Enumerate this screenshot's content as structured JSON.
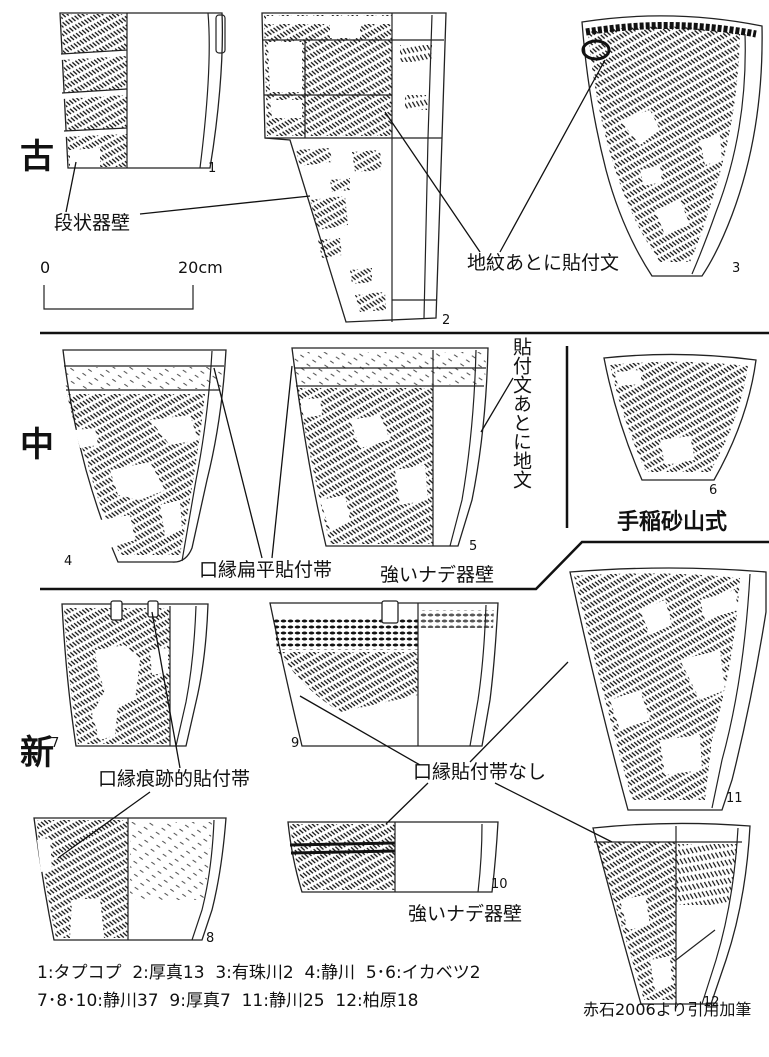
{
  "figure": {
    "periods": {
      "old": "古",
      "middle": "中",
      "new": "新"
    },
    "scale_bar": {
      "start": "0",
      "end": "20cm"
    },
    "vessel_numbers": [
      "1",
      "2",
      "3",
      "4",
      "5",
      "6",
      "7",
      "8",
      "9",
      "10",
      "11",
      "12"
    ],
    "labels": {
      "stepped_wall": "段状器壁",
      "applique_after_ground_pattern": "地紋あとに貼付文",
      "ground_pattern_after_applique": "貼付文あとに地文",
      "teine_sunayama_type": "手稲砂山式",
      "flat_rim_applique_band": "口縁扁平貼付帯",
      "strong_nade_wall_upper": "強いナデ器壁",
      "vestigial_rim_applique_band": "口縁痕跡的貼付帯",
      "no_rim_applique_band": "口縁貼付帯なし",
      "strong_nade_wall_lower": "強いナデ器壁"
    }
  },
  "caption": {
    "line1": "1:タプコプ  2:厚真13  3:有珠川2  4:静川  5･6:イカベツ2",
    "line2": "7･8･10:静川37  9:厚真7  11:静川25  12:柏原18"
  },
  "source": "赤石2006より引用加筆"
}
